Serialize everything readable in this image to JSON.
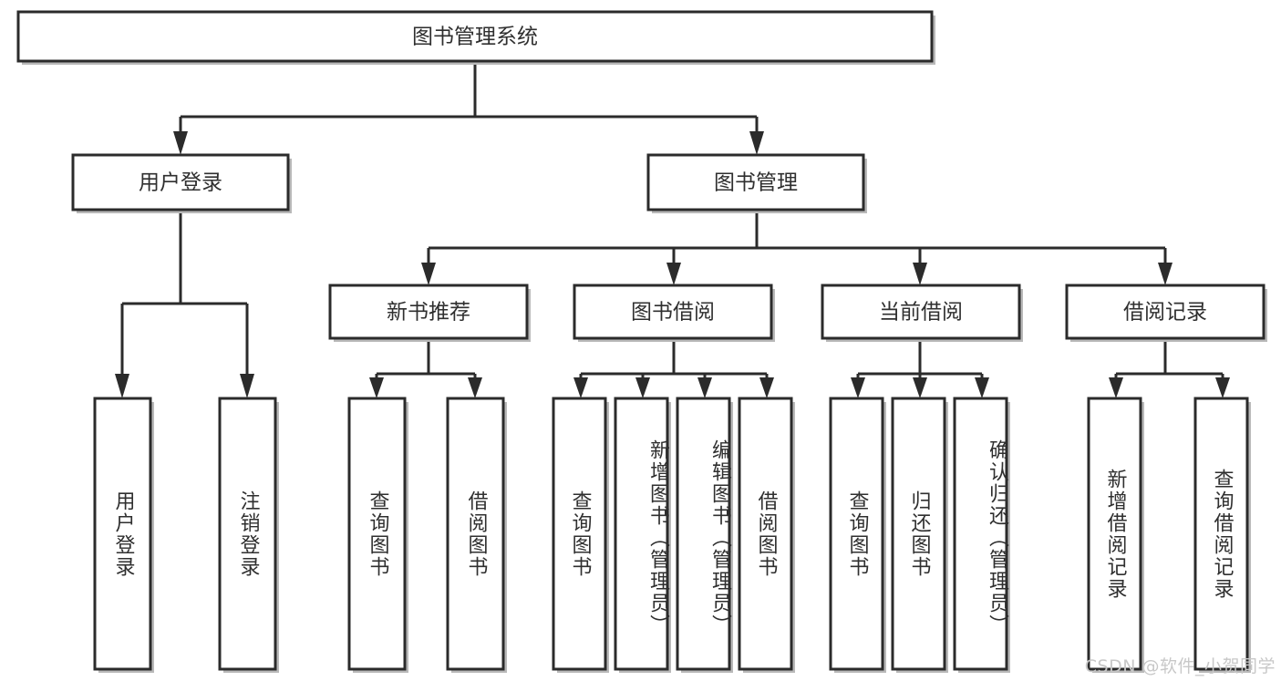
{
  "diagram": {
    "title": "图书管理系统",
    "type": "tree",
    "watermark": "CSDN @软件_小贺同学",
    "colors": {
      "box_stroke": "#2b2b2b",
      "box_fill": "#ffffff",
      "text": "#2f2f2f",
      "shadow": "#b9b9b9",
      "watermark": "#c8c8c8"
    },
    "levels": {
      "root": {
        "label": "图书管理系统"
      },
      "level2": [
        {
          "label": "用户登录"
        },
        {
          "label": "图书管理"
        }
      ],
      "level3": [
        {
          "label": "新书推荐"
        },
        {
          "label": "图书借阅"
        },
        {
          "label": "当前借阅"
        },
        {
          "label": "借阅记录"
        }
      ]
    },
    "leaves": {
      "user_login": [
        {
          "label": "用户登录"
        },
        {
          "label": "注销登录"
        }
      ],
      "new_book_recommend": [
        {
          "label": "查询图书"
        },
        {
          "label": "借阅图书"
        }
      ],
      "book_borrow": [
        {
          "label": "查询图书"
        },
        {
          "label": "新增图书（管理员）"
        },
        {
          "label": "编辑图书（管理员）"
        },
        {
          "label": "借阅图书"
        }
      ],
      "current_borrow": [
        {
          "label": "查询图书"
        },
        {
          "label": "归还图书"
        },
        {
          "label": "确认归还（管理员）"
        }
      ],
      "borrow_record": [
        {
          "label": "新增借阅记录"
        },
        {
          "label": "查询借阅记录"
        }
      ]
    }
  }
}
